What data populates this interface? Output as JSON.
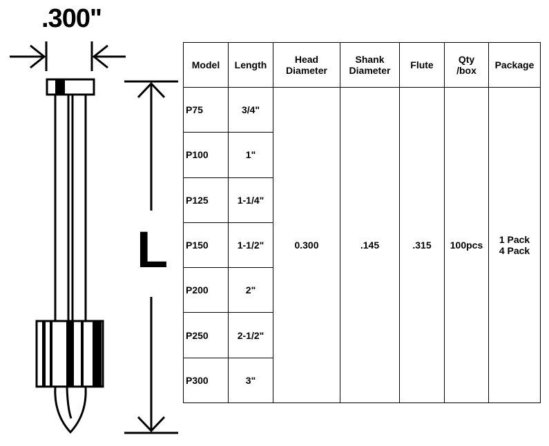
{
  "diagram": {
    "head_label": ".300\"",
    "length_label": "L"
  },
  "table": {
    "headers": [
      "Model",
      "Length",
      "Head\nDiameter",
      "Shank\nDiameter",
      "Flute",
      "Qty\n/box",
      "Package"
    ],
    "rows": [
      {
        "model": "P75",
        "length": "3/4\""
      },
      {
        "model": "P100",
        "length": "1\""
      },
      {
        "model": "P125",
        "length": "1-1/4\""
      },
      {
        "model": "P150",
        "length": "1-1/2\""
      },
      {
        "model": "P200",
        "length": "2\""
      },
      {
        "model": "P250",
        "length": "2-1/2\""
      },
      {
        "model": "P300",
        "length": "3\""
      }
    ],
    "shared": {
      "head_diameter": "0.300",
      "shank_diameter": ".145",
      "flute": ".315",
      "qty_box": "100pcs",
      "package": "1 Pack\n4 Pack"
    }
  }
}
